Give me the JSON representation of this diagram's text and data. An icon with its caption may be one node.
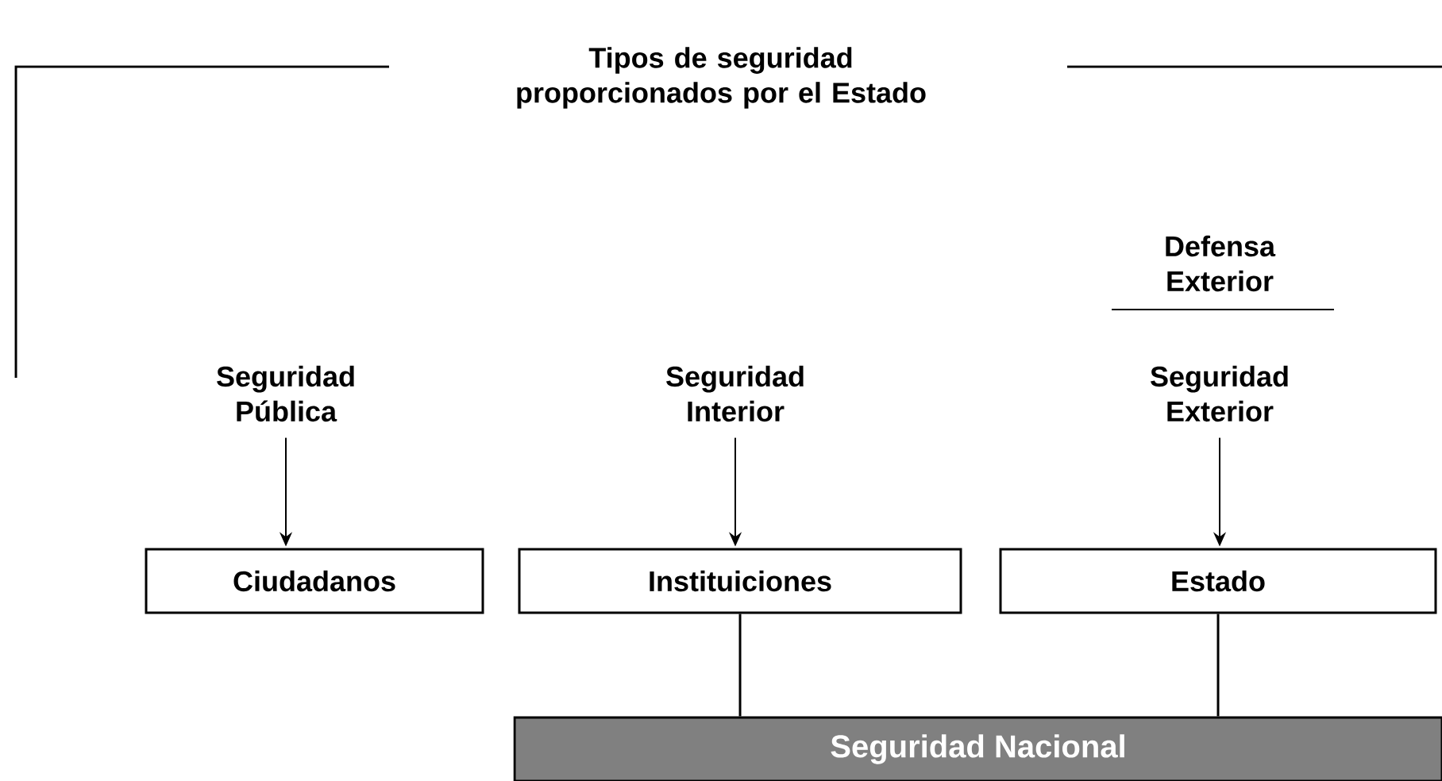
{
  "diagram": {
    "title": "Tipos de seguridad proporcionados por el Estado",
    "nodes": [
      {
        "text": [
          "Seguridad Pública"
        ]
      },
      {
        "text": [
          "Seguridad Interior"
        ]
      },
      {
        "text": [
          "Seguridad Exterior"
        ]
      },
      {
        "text": [
          "Ciudadanos"
        ]
      },
      {
        "text": [
          "Instituiciones"
        ]
      },
      {
        "text": [
          "Estado"
        ]
      },
      {
        "text": [
          "Seguridad Nacional"
        ]
      }
    ],
    "edges": [
      {
        "from": 0,
        "to": 3,
        "arrow": "to"
      },
      {
        "from": 1,
        "to": 4,
        "arrow": "to"
      },
      {
        "from": 2,
        "to": 5,
        "arrow": "to"
      },
      {
        "from": 4,
        "to": 6,
        "arrow": "none"
      },
      {
        "from": 5,
        "to": 6,
        "arrow": "none"
      }
    ],
    "labels": [
      "Defensa Exterior"
    ]
  }
}
